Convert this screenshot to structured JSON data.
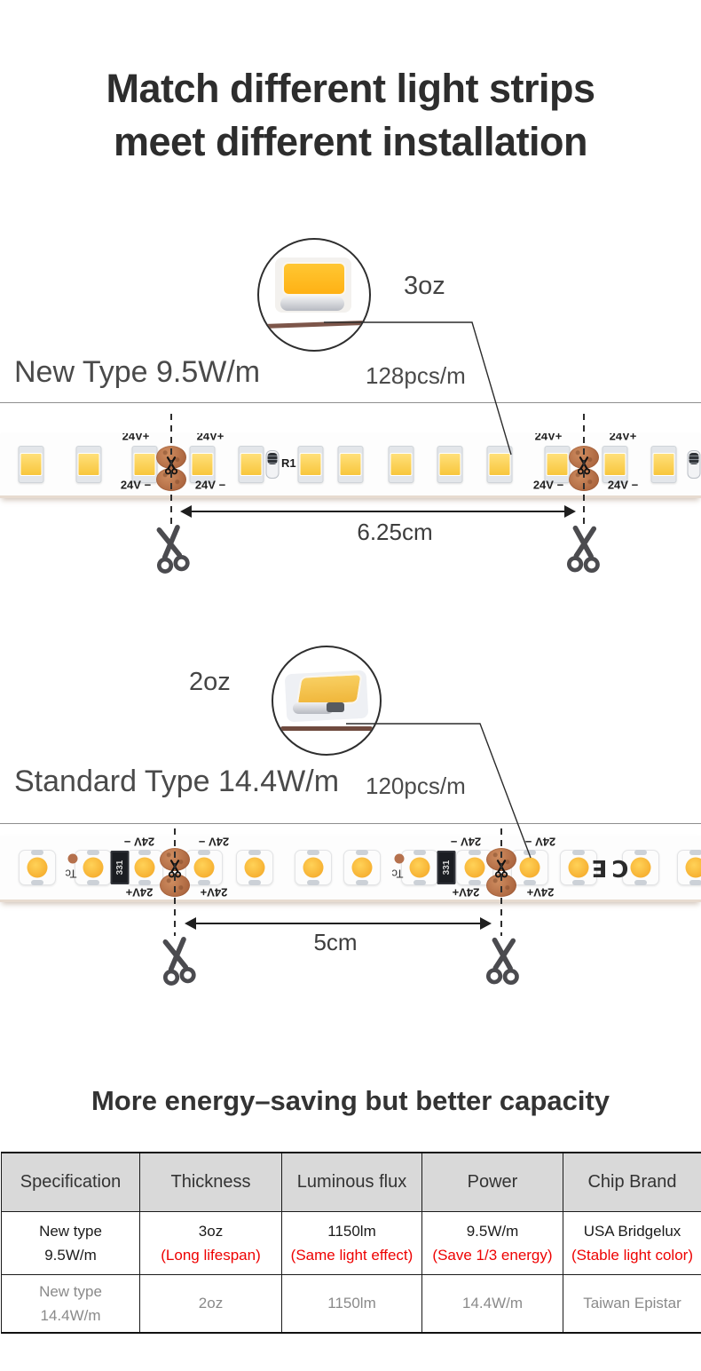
{
  "page": {
    "title_line1": "Match different light strips",
    "title_line2": "meet different installation"
  },
  "sections": [
    {
      "inset_label": "3oz",
      "type_label": "New Type 9.5W/m",
      "density_label": "128pcs/m",
      "cut_length_label": "6.25cm",
      "pad_positive_label": "24V+",
      "pad_negative_label": "24V −",
      "resistor_label": "R1"
    },
    {
      "inset_label": "2oz",
      "type_label": "Standard Type 14.4W/m",
      "density_label": "120pcs/m",
      "cut_length_label": "5cm",
      "pad_positive_label": "24V+",
      "pad_negative_label": "24V −",
      "resistor_label": "331",
      "tc_label": "Tc",
      "ce_label": "CE"
    }
  ],
  "comparison": {
    "heading": "More energy–saving but better capacity",
    "table": {
      "headers": [
        "Specification",
        "Thickness",
        "Luminous flux",
        "Power",
        "Chip Brand"
      ],
      "rows": [
        {
          "cells": [
            {
              "line1": "New type",
              "line2": "9.5W/m"
            },
            {
              "main": "3oz",
              "note": "(Long lifespan)"
            },
            {
              "main": "1150lm",
              "note": "(Same light effect)"
            },
            {
              "main": "9.5W/m",
              "note": "(Save 1/3 energy)"
            },
            {
              "main": "USA Bridgelux",
              "note": "(Stable light color)"
            }
          ]
        },
        {
          "cells": [
            {
              "line1": "New type",
              "line2": "14.4W/m"
            },
            {
              "main": "2oz"
            },
            {
              "main": "1150lm"
            },
            {
              "main": "14.4W/m"
            },
            {
              "main": "Taiwan Epistar"
            }
          ]
        }
      ]
    }
  },
  "colors": {
    "accent_red": "#ee0202",
    "copper_pad": "#ad6740",
    "led_yellow": "#f8c63c",
    "led_orange": "#f3a322",
    "table_header_bg": "#d9d9d9",
    "text_dark": "#2d2d2d",
    "text_gray": "#8a8a8a"
  }
}
